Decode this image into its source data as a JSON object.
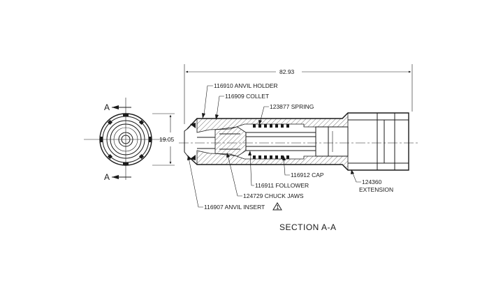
{
  "dimensions": {
    "overall_length": "82.93",
    "diameter": "19.05"
  },
  "section_marks": {
    "top": "A",
    "bottom": "A"
  },
  "callouts": [
    {
      "id": "anvil-holder",
      "text": "116910 ANVIL HOLDER"
    },
    {
      "id": "collet",
      "text": "116909 COLLET"
    },
    {
      "id": "spring",
      "text": "123877 SPRING"
    },
    {
      "id": "cap",
      "text": "116912 CAP"
    },
    {
      "id": "follower",
      "text": "116911 FOLLOWER"
    },
    {
      "id": "chuck-jaws",
      "text": "124729 CHUCK JAWS"
    },
    {
      "id": "anvil-insert",
      "text": "116907 ANVIL INSERT"
    },
    {
      "id": "extension-number",
      "text": "124360"
    },
    {
      "id": "extension-name",
      "text": "EXTENSION"
    }
  ],
  "revision_flag": "1",
  "section_title": "SECTION   A-A"
}
